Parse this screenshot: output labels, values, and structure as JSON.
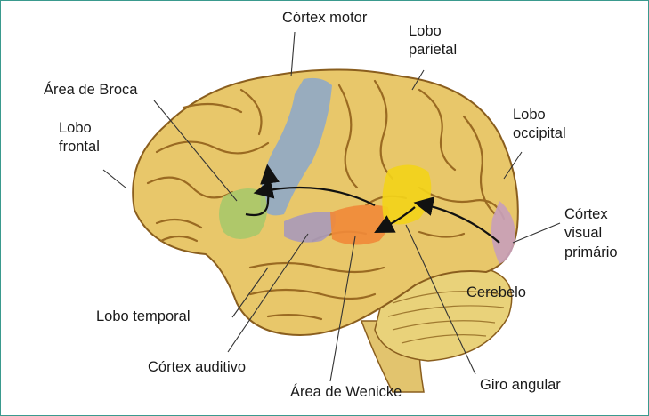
{
  "labels": {
    "cortex_motor": "Córtex motor",
    "lobo_parietal": [
      "Lobo",
      "parietal"
    ],
    "area_broca": "Área de Broca",
    "lobo_frontal": [
      "Lobo",
      "frontal"
    ],
    "lobo_occipital": [
      "Lobo",
      "occipital"
    ],
    "cortex_visual": [
      "Córtex",
      "visual",
      "primário"
    ],
    "cerebelo": "Cerebelo",
    "lobo_temporal": "Lobo temporal",
    "cortex_auditivo": "Córtex auditivo",
    "area_wenicke": "Área de Wenicke",
    "giro_angular": "Giro angular"
  },
  "colors": {
    "brain": "#e8c76a",
    "brain_shadow": "#c99a3e",
    "gyri_lines": "#9a6a22",
    "motor_cortex": "#8fa8c8",
    "broca": "#a9c86a",
    "auditory": "#a99ab8",
    "wernicke": "#f08a3a",
    "angular": "#f2d21a",
    "visual": "#c8a0b8",
    "cerebellum": "#e9d27a",
    "frame": "#3a9a8e"
  }
}
